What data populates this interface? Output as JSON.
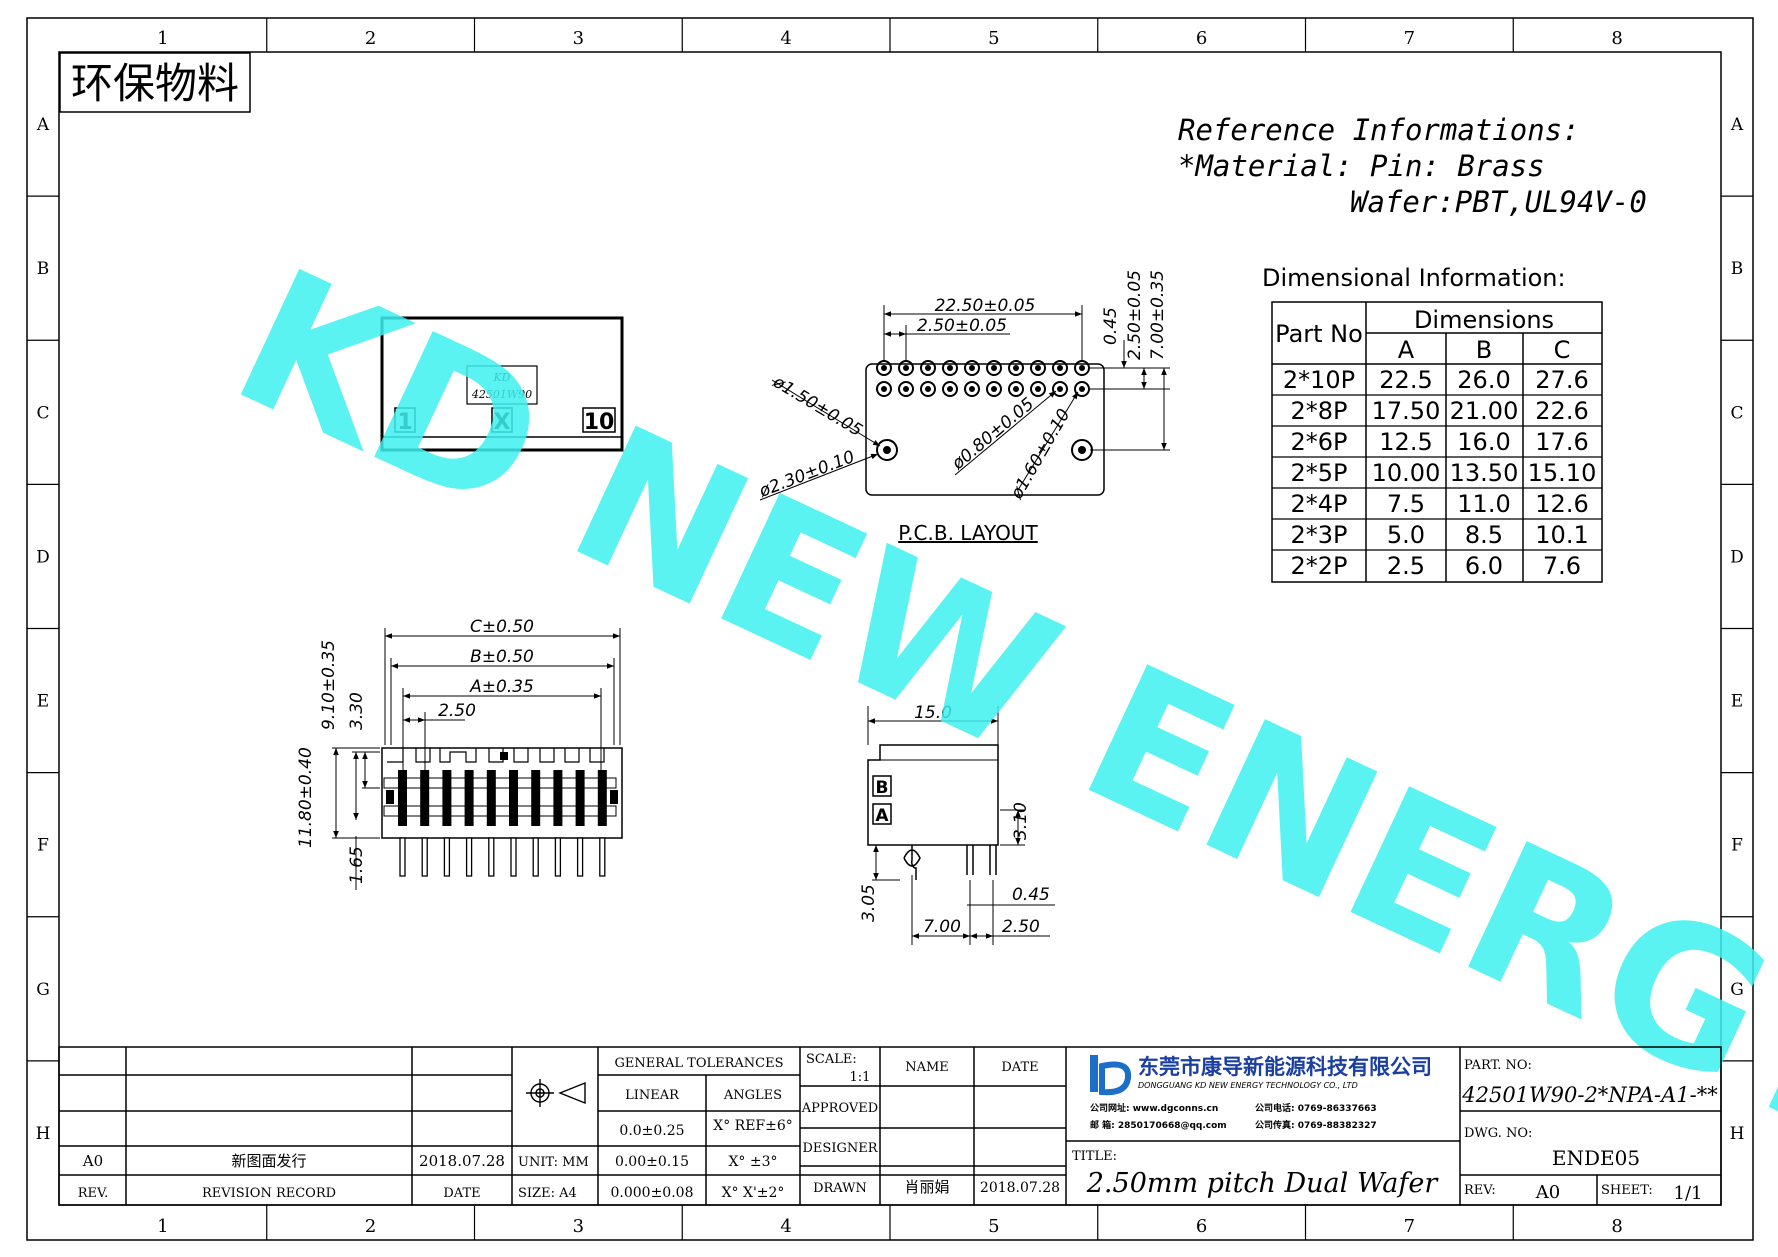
{
  "border": {
    "columns": [
      "1",
      "2",
      "3",
      "4",
      "5",
      "6",
      "7",
      "8"
    ],
    "rows": [
      "A",
      "B",
      "C",
      "D",
      "E",
      "F",
      "G",
      "H"
    ]
  },
  "stamp": "环保物料",
  "watermark": "KD NEW ENERGY",
  "reference": {
    "title": "Reference Informations:",
    "material": "*Material: Pin: Brass",
    "wafer": "Wafer:PBT,UL94V-0"
  },
  "dim_table": {
    "title": "Dimensional Information:",
    "part_header": "Part No",
    "dim_header": "Dimensions",
    "cols": [
      "A",
      "B",
      "C"
    ],
    "rows": [
      {
        "part": "2*10P",
        "a": "22.5",
        "b": "26.0",
        "c": "27.6"
      },
      {
        "part": "2*8P",
        "a": "17.50",
        "b": "21.00",
        "c": "22.6"
      },
      {
        "part": "2*6P",
        "a": "12.5",
        "b": "16.0",
        "c": "17.6"
      },
      {
        "part": "2*5P",
        "a": "10.00",
        "b": "13.50",
        "c": "15.10"
      },
      {
        "part": "2*4P",
        "a": "7.5",
        "b": "11.0",
        "c": "12.6"
      },
      {
        "part": "2*3P",
        "a": "5.0",
        "b": "8.5",
        "c": "10.1"
      },
      {
        "part": "2*2P",
        "a": "2.5",
        "b": "6.0",
        "c": "7.6"
      }
    ]
  },
  "top_view": {
    "marking_1": "KD",
    "marking_2": "42501W90",
    "pin_first": "1",
    "center_mark": "X",
    "pin_last": "10"
  },
  "pcb": {
    "caption": "P.C.B. LAYOUT",
    "dim_total": "22.50±0.05",
    "dim_pitch": "2.50±0.05",
    "dim_045": "0.45",
    "dim_row": "2.50±0.05",
    "dim_700": "7.00±0.35",
    "dia_150": "ø1.50±0.05",
    "dia_230": "ø2.30±0.10",
    "dia_080": "ø0.80±0.05",
    "dia_160": "ø1.60±0.10"
  },
  "front_view": {
    "dim_c": "C±0.50",
    "dim_b": "B±0.50",
    "dim_a": "A±0.35",
    "dim_pitch": "2.50",
    "dim_910": "9.10±0.35",
    "dim_330": "3.30",
    "dim_1180": "11.80±0.40",
    "dim_165": "1.65"
  },
  "side_view": {
    "dim_width": "15.0",
    "row_b": "B",
    "row_a": "A",
    "dim_310": "3.10",
    "dim_305": "3.05",
    "dim_045": "0.45",
    "dim_700": "7.00",
    "dim_250": "2.50"
  },
  "title_block": {
    "rev_code": "A0",
    "rev_desc": "新图面发行",
    "rev_date": "2018.07.28",
    "rev_label": "REV.",
    "record_label": "REVISION RECORD",
    "date_label": "DATE",
    "unit": "UNIT: MM",
    "size": "SIZE: A4",
    "tol_title": "GENERAL TOLERANCES",
    "tol_linear": "LINEAR",
    "tol_angles": "ANGLES",
    "tol_r1_lin": "0.0±0.25",
    "tol_r1_ang": "X° REF±6°",
    "tol_r2_lin": "0.00±0.15",
    "tol_r2_ang": "X° ±3°",
    "tol_r3_lin": "0.000±0.08",
    "tol_r3_ang": "X° X'±2°",
    "scale_label": "SCALE:",
    "scale_value": "1:1",
    "name_label": "NAME",
    "date_col_label": "DATE",
    "approved_label": "APPROVED",
    "designer_label": "DESIGNER",
    "drawn_label": "DRAWN",
    "drawn_name": "肖丽娟",
    "drawn_date": "2018.07.28",
    "company_cn": "东莞市康导新能源科技有限公司",
    "company_en": "DONGGUANG KD NEW ENERGY TECHNOLOGY CO., LTD",
    "company_web": "公司网址: www.dgconns.cn",
    "company_phone": "公司电话: 0769-86337663",
    "company_mail": "邮  箱: 2850170668@qq.com",
    "company_fax": "公司传真: 0769-88382327",
    "title_label": "TITLE:",
    "title_value": "2.50mm pitch Dual Wafer",
    "part_label": "PART. NO:",
    "part_value": "42501W90-2*NPA-A1-**",
    "dwg_label": "DWG. NO:",
    "dwg_value": "ENDE05",
    "rev2_label": "REV:",
    "rev2_value": "A0",
    "sheet_label": "SHEET:",
    "sheet_value": "1/1"
  },
  "colors": {
    "watermark": "#3ef0f0",
    "logo": "#1b6fc9",
    "company": "#1b3fa0"
  }
}
